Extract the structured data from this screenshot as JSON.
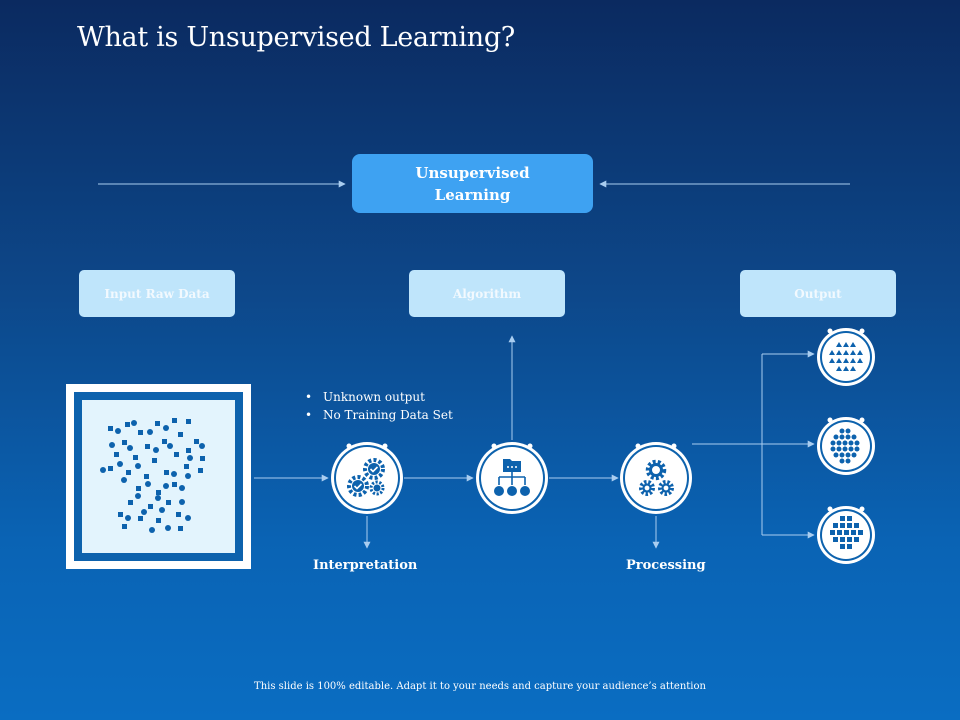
{
  "slide": {
    "title": "What is Unsupervised Learning?",
    "footer": "This slide is 100% editable. Adapt it to your needs and capture your audience’s attention"
  },
  "diagram": {
    "center_box": "Unsupervised Learning",
    "stages": [
      "Input Raw Data",
      "Algorithm",
      "Output"
    ],
    "notes": [
      "Unknown output",
      "No Training Data Set"
    ],
    "steps": [
      "Interpretation",
      "Processing"
    ]
  },
  "colors": {
    "accent": "#3ea2f2",
    "stage_box": "#bfe5fb",
    "icon_dark": "#0d62ad",
    "line": "#a9cdf0"
  },
  "icons": [
    "scatter-data-icon",
    "gears-check-icon",
    "flowchart-icon",
    "gears-icon",
    "triangles-cluster-icon",
    "circles-cluster-icon",
    "squares-cluster-icon"
  ]
}
